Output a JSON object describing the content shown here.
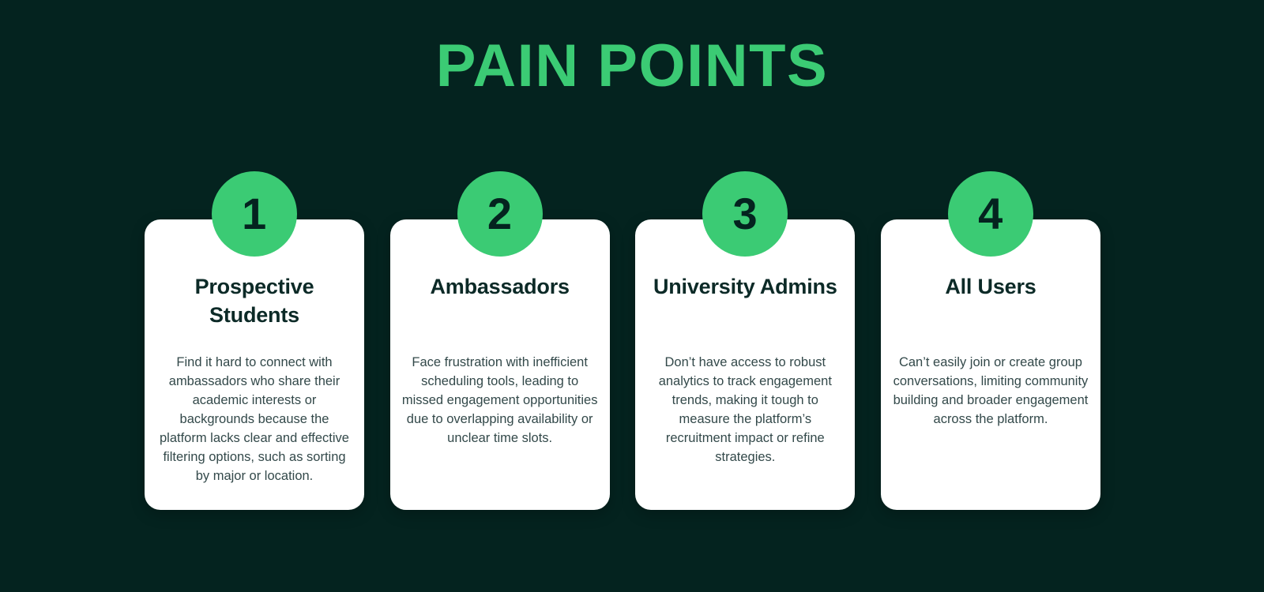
{
  "slide": {
    "title": "PAIN POINTS",
    "background_color": "#04231F",
    "accent_color": "#3BCB74",
    "card_background": "#FFFFFF",
    "heading_color": "#0C2A27",
    "body_color": "#33494A"
  },
  "cards": [
    {
      "number": "1",
      "heading": "Prospective Students",
      "body": "Find it hard to connect with ambassadors who share their academic interests or backgrounds because the platform lacks clear and effective filtering options, such as sorting by major or location."
    },
    {
      "number": "2",
      "heading": "Ambassadors",
      "body": "Face frustration with inefficient scheduling tools, leading to missed engagement opportunities due to overlapping availability or unclear time slots."
    },
    {
      "number": "3",
      "heading": "University Admins",
      "body": "Don’t have access to robust analytics to track engagement trends, making it tough to measure the platform’s recruitment impact or refine strategies."
    },
    {
      "number": "4",
      "heading": "All Users",
      "body": "Can’t easily join or create group conversations, limiting community building and broader engagement across the platform."
    }
  ]
}
